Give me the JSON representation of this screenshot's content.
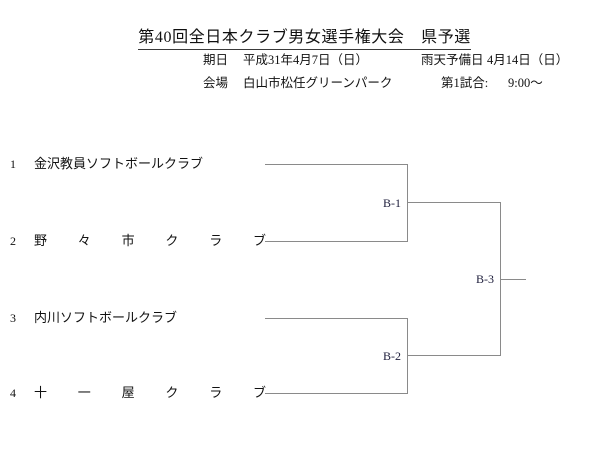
{
  "title": "第40回全日本クラブ男女選手権大会　県予選",
  "info": {
    "date_label": "期日",
    "date_value": "平成31年4月7日（日）",
    "rain_label": "雨天予備日",
    "rain_value": "4月14日（日）",
    "venue_label": "会場",
    "venue_value": "白山市松任グリーンパーク",
    "game_label": "第1試合:",
    "game_value": "9:00〜"
  },
  "teams": [
    {
      "seed": "1",
      "name": "金沢教員ソフトボールクラブ"
    },
    {
      "seed": "2",
      "name": "野々市クラブ"
    },
    {
      "seed": "3",
      "name": "内川ソフトボールクラブ"
    },
    {
      "seed": "4",
      "name": "十一屋クラブ"
    }
  ],
  "matches": [
    {
      "id": "B-1"
    },
    {
      "id": "B-2"
    },
    {
      "id": "B-3"
    }
  ],
  "colors": {
    "line": "#8a8a8a",
    "text": "#111111",
    "label": "#1c1c3a",
    "background": "#ffffff"
  }
}
